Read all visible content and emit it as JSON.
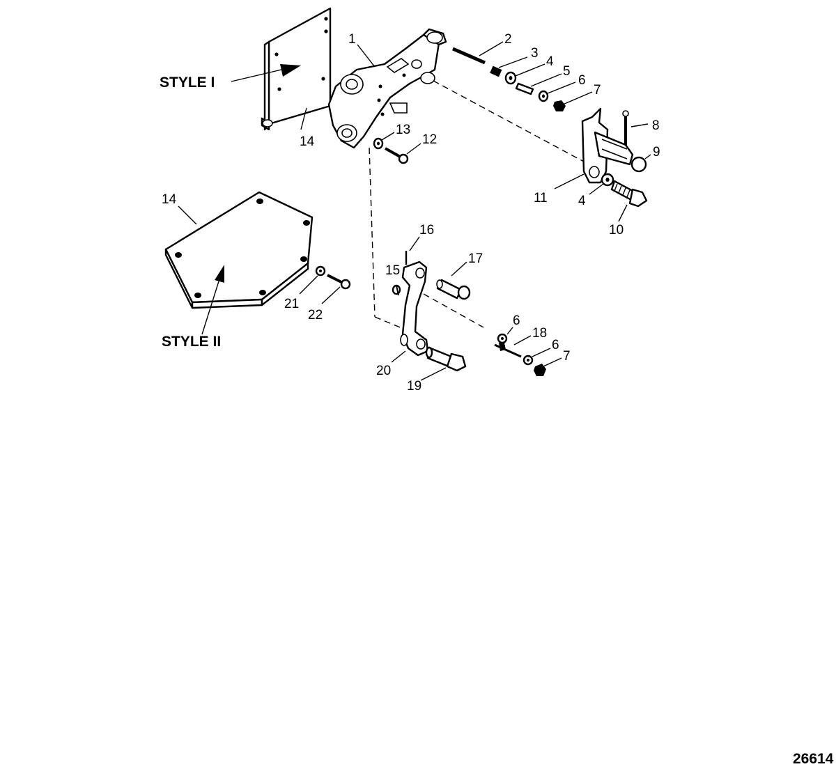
{
  "diagram": {
    "style_labels": {
      "style_1": "STYLE I",
      "style_2": "STYLE II"
    },
    "figure_id": "26614",
    "callouts": {
      "c1": "1",
      "c2": "2",
      "c3": "3",
      "c4a": "4",
      "c4b": "4",
      "c5": "5",
      "c6a": "6",
      "c6b": "6",
      "c6c": "6",
      "c7a": "7",
      "c7b": "7",
      "c8": "8",
      "c9": "9",
      "c10": "10",
      "c11": "11",
      "c12": "12",
      "c13": "13",
      "c14a": "14",
      "c14b": "14",
      "c15": "15",
      "c16": "16",
      "c17": "17",
      "c18": "18",
      "c19": "19",
      "c20": "20",
      "c21": "21",
      "c22": "22"
    }
  }
}
